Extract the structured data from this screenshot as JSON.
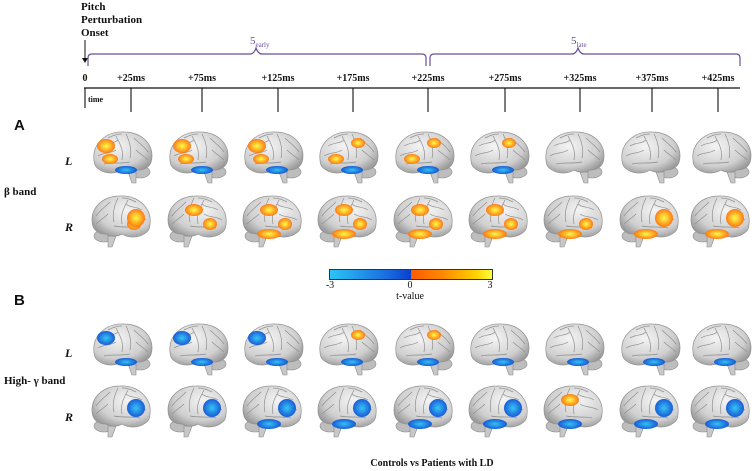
{
  "header": {
    "onset_lines": [
      "Pitch",
      "Perturbation",
      "Onset"
    ],
    "early_label": "5",
    "early_sub": "early",
    "late_label": "5",
    "late_sub": "late",
    "time_label": "time",
    "ticks": [
      "0",
      "+25ms",
      "+75ms",
      "+125ms",
      "+175ms",
      "+225ms",
      "+275ms",
      "+325ms",
      "+375ms",
      "+425ms"
    ]
  },
  "panels": [
    {
      "letter": "A",
      "band": "β band",
      "rows": [
        {
          "hemisphere": "L",
          "view": "left",
          "activations": [
            [
              {
                "t": "pos",
                "r": "frontal"
              },
              {
                "t": "pos",
                "r": "ifg"
              },
              {
                "t": "neg",
                "r": "temporal"
              }
            ],
            [
              {
                "t": "pos",
                "r": "frontal"
              },
              {
                "t": "pos",
                "r": "ifg"
              },
              {
                "t": "neg",
                "r": "temporal"
              }
            ],
            [
              {
                "t": "pos",
                "r": "frontal"
              },
              {
                "t": "pos",
                "r": "ifg"
              },
              {
                "t": "neg",
                "r": "temporal"
              }
            ],
            [
              {
                "t": "pos",
                "r": "ifg"
              },
              {
                "t": "pos",
                "r": "parietal"
              },
              {
                "t": "neg",
                "r": "temporal"
              }
            ],
            [
              {
                "t": "pos",
                "r": "ifg"
              },
              {
                "t": "pos",
                "r": "parietal"
              },
              {
                "t": "neg",
                "r": "temporal"
              }
            ],
            [
              {
                "t": "pos",
                "r": "parietal"
              },
              {
                "t": "neg",
                "r": "temporal"
              }
            ],
            [],
            [],
            []
          ]
        },
        {
          "hemisphere": "R",
          "view": "right",
          "activations": [
            [
              {
                "t": "pos",
                "r": "ifg"
              },
              {
                "t": "pos",
                "r": "frontal"
              }
            ],
            [
              {
                "t": "pos",
                "r": "ifg"
              },
              {
                "t": "pos",
                "r": "parietal"
              }
            ],
            [
              {
                "t": "pos",
                "r": "ifg"
              },
              {
                "t": "pos",
                "r": "parietal"
              },
              {
                "t": "pos",
                "r": "temporal"
              }
            ],
            [
              {
                "t": "pos",
                "r": "ifg"
              },
              {
                "t": "pos",
                "r": "parietal"
              },
              {
                "t": "pos",
                "r": "temporal"
              }
            ],
            [
              {
                "t": "pos",
                "r": "ifg"
              },
              {
                "t": "pos",
                "r": "parietal"
              },
              {
                "t": "pos",
                "r": "temporal"
              }
            ],
            [
              {
                "t": "pos",
                "r": "ifg"
              },
              {
                "t": "pos",
                "r": "parietal"
              },
              {
                "t": "pos",
                "r": "temporal"
              }
            ],
            [
              {
                "t": "pos",
                "r": "ifg"
              },
              {
                "t": "pos",
                "r": "temporal"
              }
            ],
            [
              {
                "t": "pos",
                "r": "frontal"
              },
              {
                "t": "pos",
                "r": "temporal"
              }
            ],
            [
              {
                "t": "pos",
                "r": "frontal"
              },
              {
                "t": "pos",
                "r": "temporal"
              }
            ]
          ]
        }
      ]
    },
    {
      "letter": "B",
      "band": "High- γ band",
      "rows": [
        {
          "hemisphere": "L",
          "view": "left",
          "activations": [
            [
              {
                "t": "neg",
                "r": "frontal"
              },
              {
                "t": "neg",
                "r": "temporal"
              }
            ],
            [
              {
                "t": "neg",
                "r": "frontal"
              },
              {
                "t": "neg",
                "r": "temporal"
              }
            ],
            [
              {
                "t": "neg",
                "r": "frontal"
              },
              {
                "t": "neg",
                "r": "temporal"
              }
            ],
            [
              {
                "t": "pos",
                "r": "parietal"
              },
              {
                "t": "neg",
                "r": "temporal"
              }
            ],
            [
              {
                "t": "pos",
                "r": "parietal"
              },
              {
                "t": "neg",
                "r": "temporal"
              }
            ],
            [
              {
                "t": "neg",
                "r": "temporal"
              }
            ],
            [
              {
                "t": "neg",
                "r": "temporal"
              }
            ],
            [
              {
                "t": "neg",
                "r": "temporal"
              }
            ],
            [
              {
                "t": "neg",
                "r": "temporal"
              }
            ]
          ]
        },
        {
          "hemisphere": "R",
          "view": "right",
          "activations": [
            [
              {
                "t": "neg",
                "r": "frontal"
              }
            ],
            [
              {
                "t": "neg",
                "r": "frontal"
              }
            ],
            [
              {
                "t": "neg",
                "r": "temporal"
              },
              {
                "t": "neg",
                "r": "frontal"
              }
            ],
            [
              {
                "t": "neg",
                "r": "temporal"
              },
              {
                "t": "neg",
                "r": "frontal"
              }
            ],
            [
              {
                "t": "neg",
                "r": "temporal"
              },
              {
                "t": "neg",
                "r": "frontal"
              }
            ],
            [
              {
                "t": "neg",
                "r": "temporal"
              },
              {
                "t": "neg",
                "r": "frontal"
              }
            ],
            [
              {
                "t": "neg",
                "r": "temporal"
              },
              {
                "t": "pos",
                "r": "parietal"
              }
            ],
            [
              {
                "t": "neg",
                "r": "temporal"
              },
              {
                "t": "neg",
                "r": "frontal"
              }
            ],
            [
              {
                "t": "neg",
                "r": "temporal"
              },
              {
                "t": "neg",
                "r": "frontal"
              }
            ]
          ]
        }
      ]
    }
  ],
  "colorbar": {
    "title": "t-value",
    "min_label": "-3",
    "mid_label": "0",
    "max_label": "3",
    "colors": {
      "neg_light": "#2cc4f6",
      "neg_dark": "#0a3fd0",
      "pos_dark": "#ff5a00",
      "pos_light": "#ffff40"
    }
  },
  "footer": "Controls vs Patients with LD"
}
